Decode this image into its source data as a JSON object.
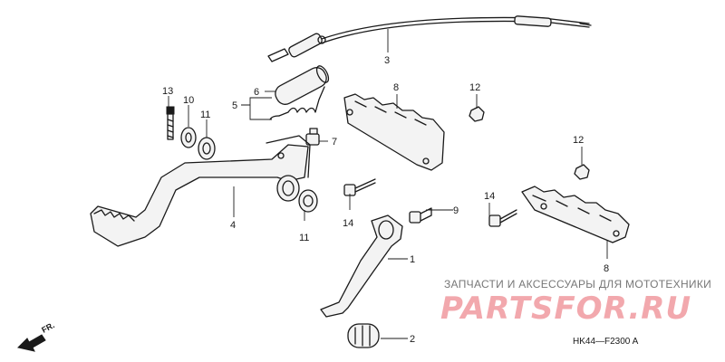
{
  "callouts": {
    "c1": "1",
    "c2": "2",
    "c3": "3",
    "c4": "4",
    "c5": "5",
    "c6": "6",
    "c7": "7",
    "c8a": "8",
    "c8b": "8",
    "c9": "9",
    "c10": "10",
    "c11a": "11",
    "c11b": "11",
    "c12a": "12",
    "c12b": "12",
    "c13": "13",
    "c14a": "14",
    "c14b": "14"
  },
  "watermark": {
    "tagline": "ЗАПЧАСТИ И АКСЕССУАРЫ ДЛЯ МОТОТЕХНИКИ",
    "logo": "PARTSFOR.RU",
    "logo_color": "#f2a8ad"
  },
  "diagram_code": "HK44—F2300 A",
  "direction_label": "FR.",
  "colors": {
    "line": "#1a1a1a",
    "watermark_text": "#777777"
  }
}
